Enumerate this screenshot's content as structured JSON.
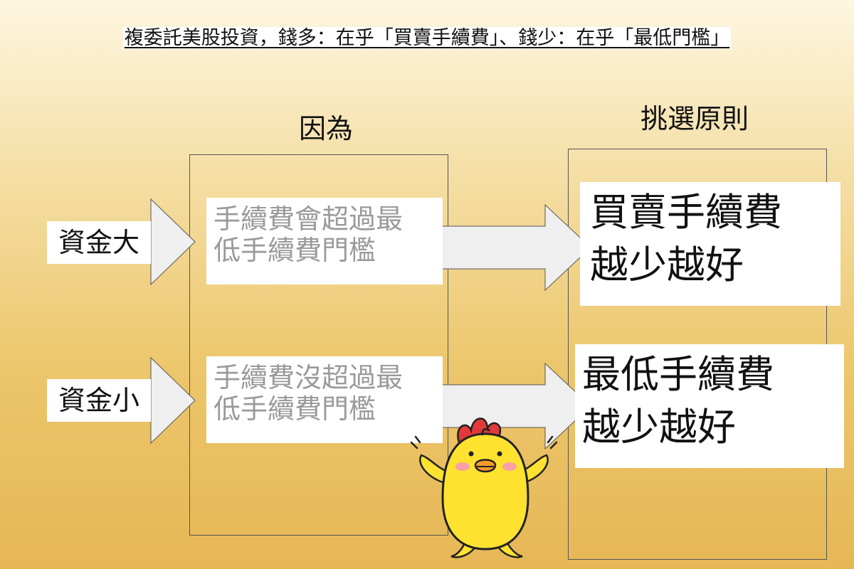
{
  "title": "複委託美股投資，錢多：在乎「買賣手續費」、錢少：在乎「最低門檻」",
  "columns": {
    "reason_header": "因為",
    "principle_header": "挑選原則"
  },
  "rows": [
    {
      "capital": "資金大",
      "reason_line1": "手續費會超過最",
      "reason_line2": "低手續費門檻",
      "principle_line1": "買賣手續費",
      "principle_line2": "越少越好"
    },
    {
      "capital": "資金小",
      "reason_line1": "手續費沒超過最",
      "reason_line2": "低手續費門檻",
      "principle_line1": "最低手續費",
      "principle_line2": "越少越好"
    }
  ],
  "mascot": "chick-mascot"
}
